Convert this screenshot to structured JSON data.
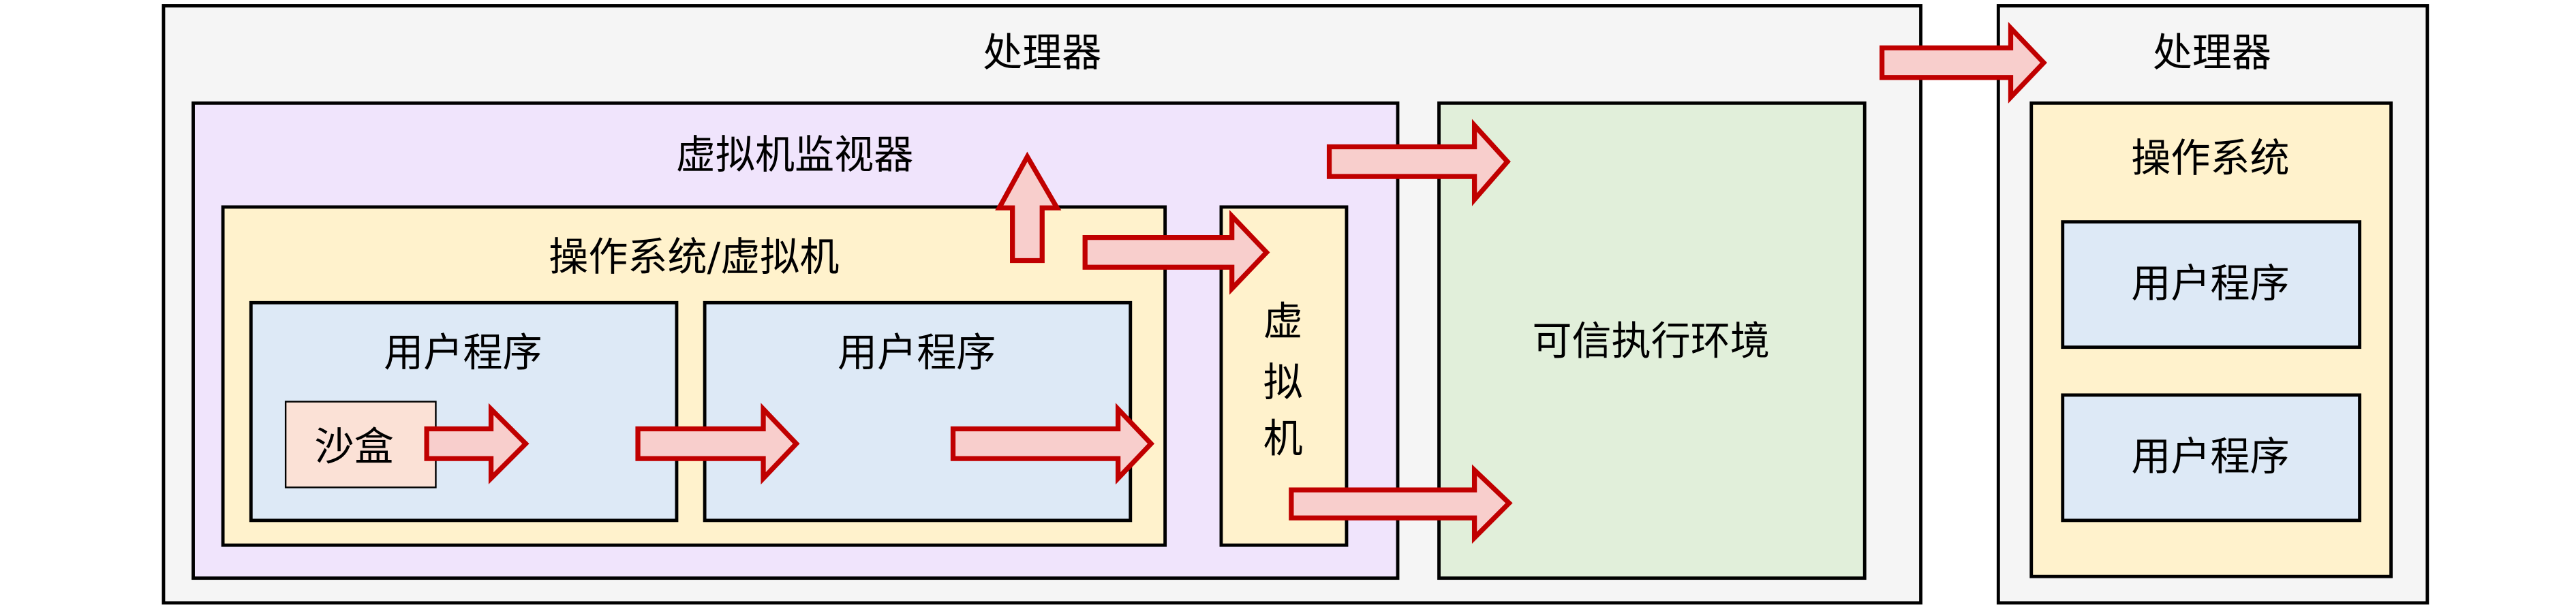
{
  "colors": {
    "processor_fill": "#f5f5f5",
    "hypervisor_fill": "#f0e4fc",
    "os_fill": "#fff2cc",
    "user_program_fill": "#dde9f6",
    "sandbox_fill": "#fbe1d6",
    "tee_fill": "#e1efda",
    "arrow_fill": "#f8cecc",
    "arrow_stroke": "#c00000"
  },
  "left_processor": {
    "label": "处理器",
    "hypervisor": {
      "label": "虚拟机监视器",
      "os_vm": {
        "label": "操作系统/虚拟机",
        "user_program_1": {
          "label": "用户程序",
          "sandbox": {
            "label": "沙盒"
          }
        },
        "user_program_2": {
          "label": "用户程序"
        }
      },
      "vm_column": {
        "chars": [
          "虚",
          "拟",
          "机"
        ]
      }
    },
    "tee": {
      "label": "可信执行环境"
    }
  },
  "right_processor": {
    "label": "处理器",
    "os": {
      "label": "操作系统",
      "user_programs": [
        {
          "label": "用户程序"
        },
        {
          "label": "用户程序"
        }
      ]
    }
  }
}
